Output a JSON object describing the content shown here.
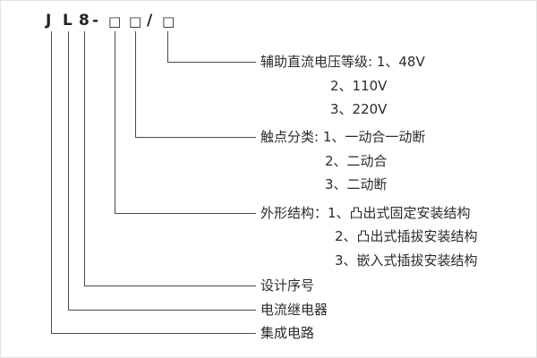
{
  "model_code": {
    "parts": [
      "J",
      "L",
      "8",
      "-",
      "□",
      "□",
      "/",
      "□"
    ]
  },
  "annotations": {
    "aux_voltage": {
      "title": "辅助直流电压等级: 1、48V",
      "option2": "2、110V",
      "option3": "3、220V"
    },
    "contact_type": {
      "title": "触点分类: 1、一动合一动断",
      "option2": "2、二动合",
      "option3": "3、二动断"
    },
    "shape_structure": {
      "title": "外形结构：1、凸出式固定安装结构",
      "option2": "2、凸出式插拔安装结构",
      "option3": "3、嵌入式插拔安装结构"
    },
    "design_serial": "设计序号",
    "current_relay": "电流继电器",
    "integrated_circuit": "集成电路"
  },
  "colors": {
    "line": "#4a4a4a",
    "text": "#2b2b2b"
  }
}
